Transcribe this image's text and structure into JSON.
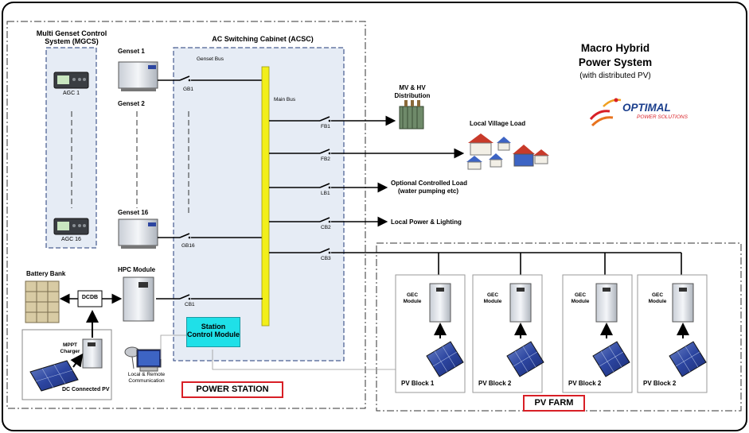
{
  "title": {
    "line1": "Macro Hybrid",
    "line2": "Power System",
    "sub": "(with distributed PV)"
  },
  "logo": {
    "name": "OPTIMAL",
    "tag": "POWER SOLUTIONS"
  },
  "mgcs": {
    "title1": "Multi Genset Control",
    "title2": "System (MGCS)",
    "agc1": "AGC 1",
    "agc16": "AGC 16"
  },
  "gensets": {
    "g1": "Genset 1",
    "g2": "Genset 2",
    "g16": "Genset  16"
  },
  "acsc": {
    "title": "AC Switching Cabinet (ACSC)",
    "genset_bus": "Genset Bus",
    "main_bus": "Main Bus"
  },
  "breakers": {
    "gb1": "GB1",
    "gb16": "GB16",
    "cb1": "CB1",
    "fb1": "FB1",
    "fb2": "FB2",
    "lb1": "LB1",
    "cb2": "CB2",
    "cb3": "CB3"
  },
  "loads": {
    "mvhv1": "MV & HV",
    "mvhv2": "Distribution",
    "village": "Local Village Load",
    "optional1": "Optional Controlled Load",
    "optional2": "(water pumping etc)",
    "lighting": "Local Power & Lighting"
  },
  "storage": {
    "battery": "Battery Bank",
    "dcdb": "DCDB",
    "hpc": "HPC Module",
    "mppt1": "MPPT",
    "mppt2": "Charger",
    "dcpv": "DC Connected PV"
  },
  "station": {
    "scm1": "Station",
    "scm2": "Control Module",
    "comm1": "Local & Remote",
    "comm2": "Communication",
    "label": "POWER STATION"
  },
  "pvfarm": {
    "label": "PV FARM",
    "gec1": "GEC",
    "gec2": "Module",
    "blocks": [
      "PV Block 1",
      "PV Block 2",
      "PV Block 2",
      "PV Block 2"
    ]
  },
  "colors": {
    "main_bus": "#f2ef1a",
    "scm": "#1fe0e8",
    "frame_label": "#d81f26",
    "cabinet_fill": "#e6ecf5"
  }
}
